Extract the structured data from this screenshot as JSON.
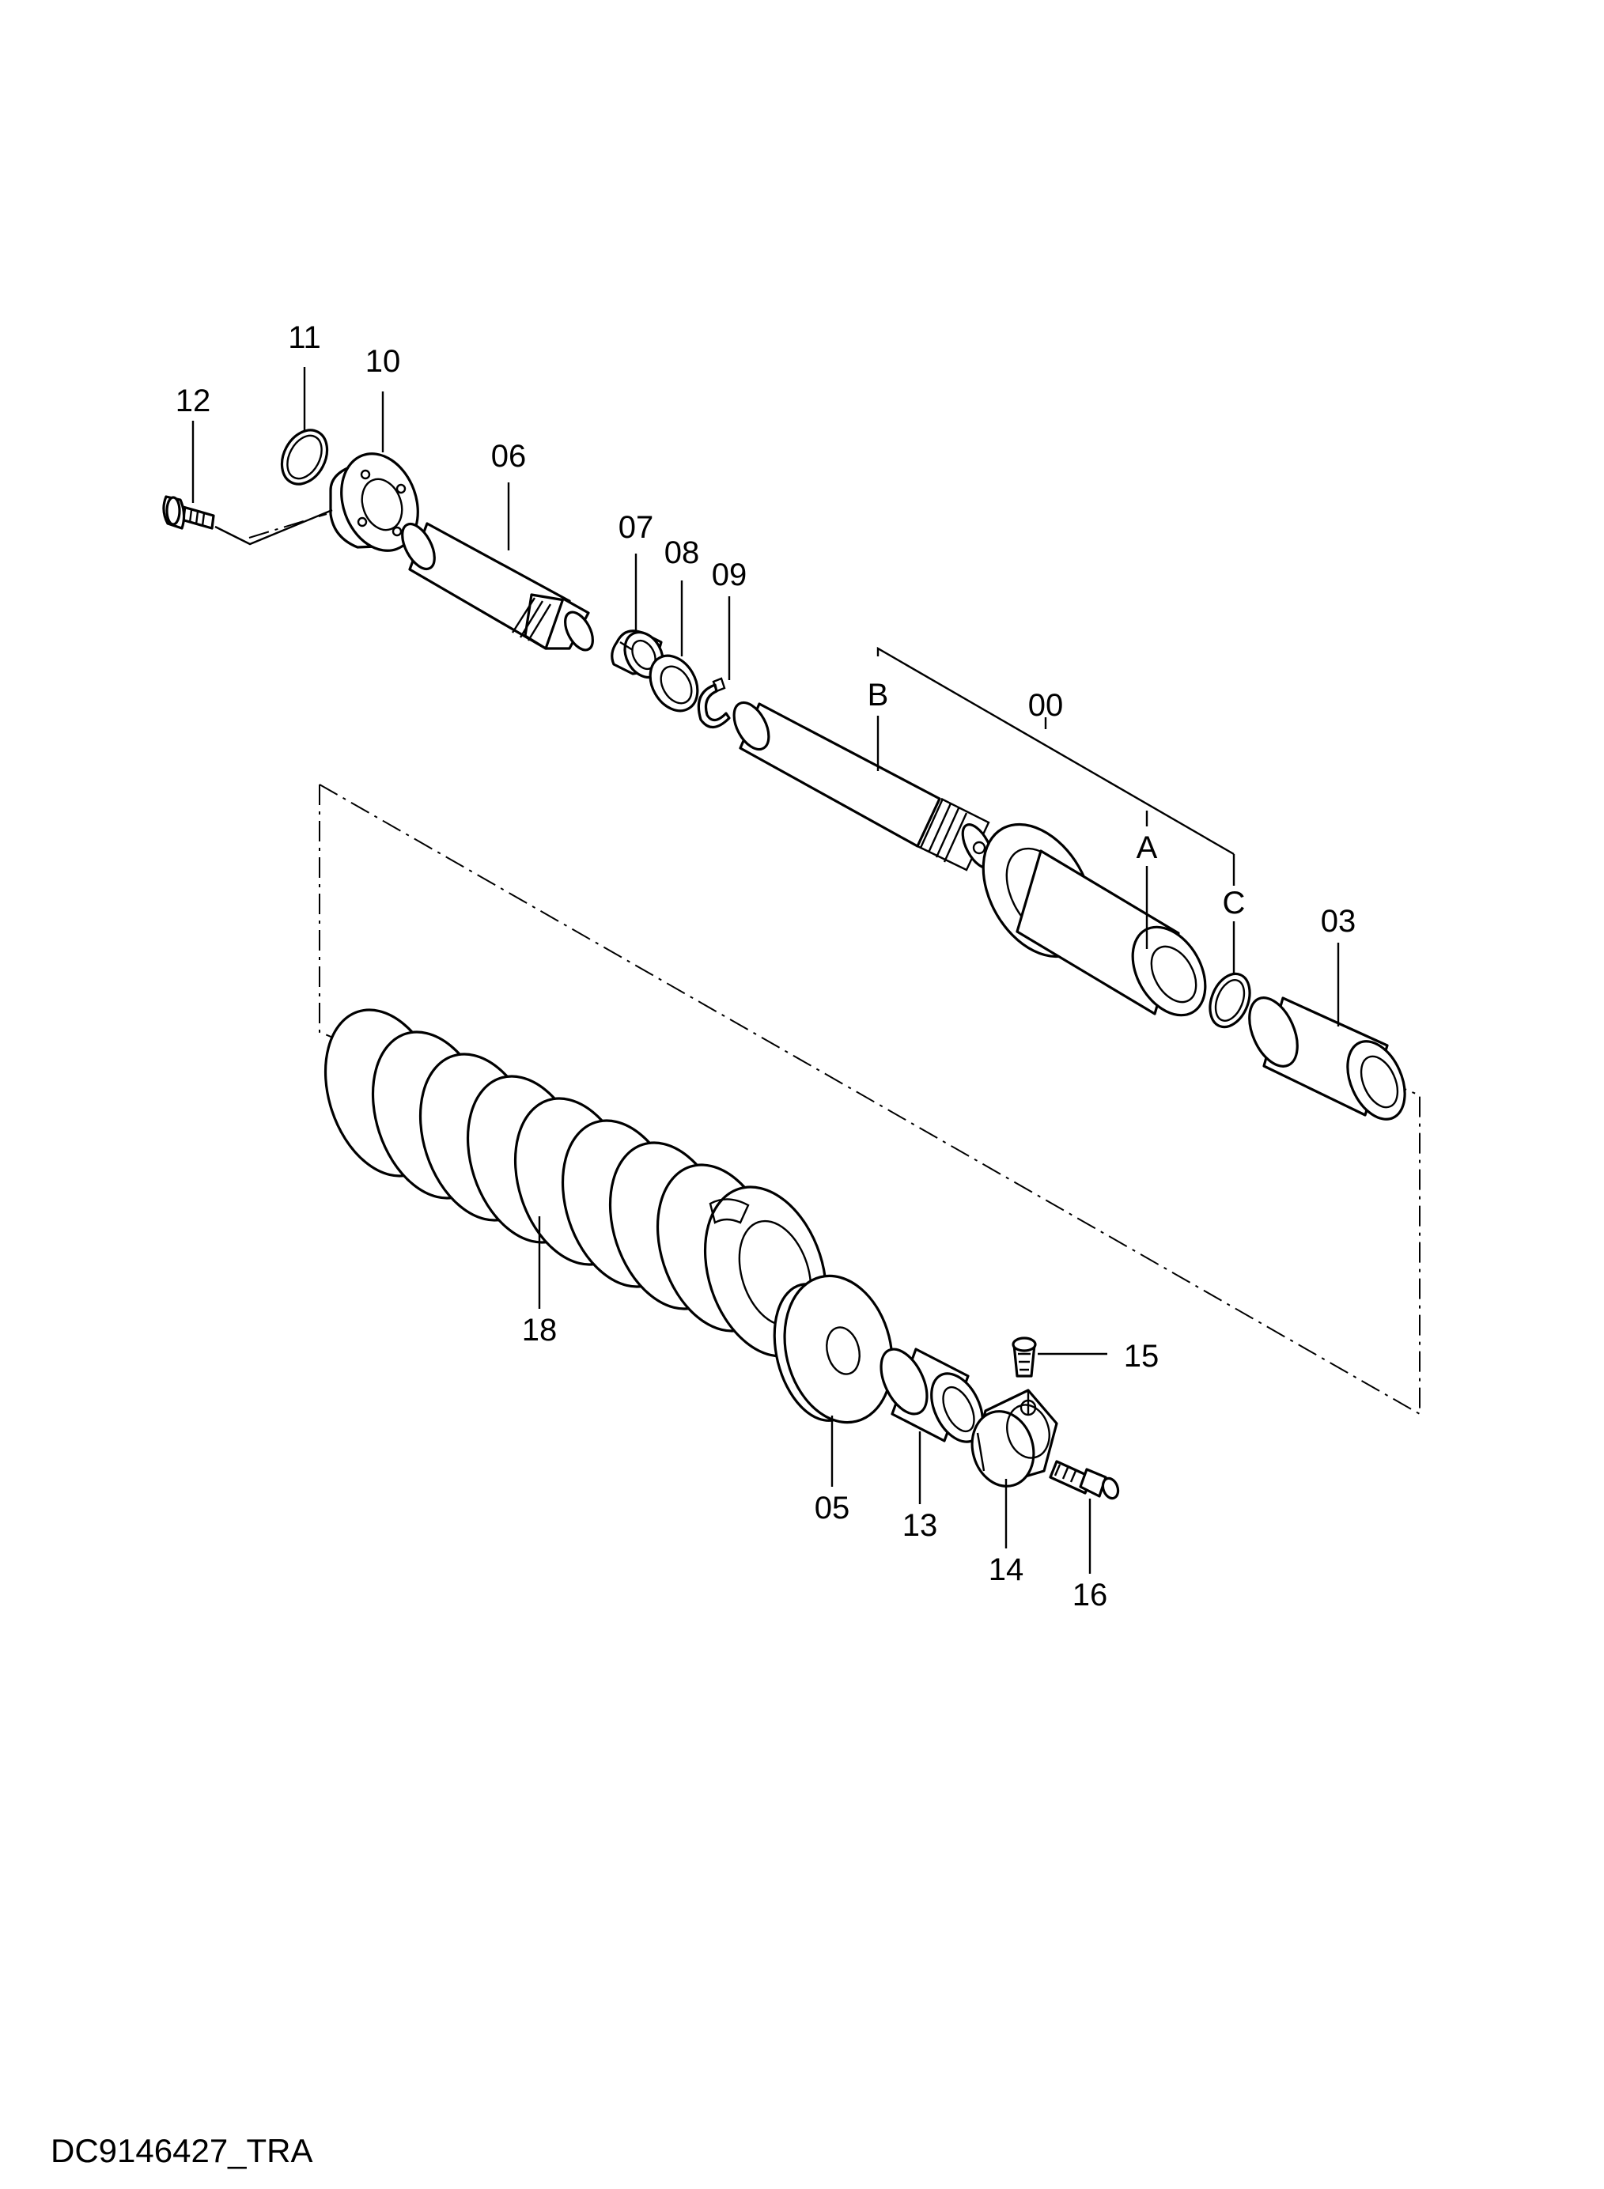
{
  "labels": {
    "p00": "00",
    "A": "A",
    "B": "B",
    "C": "C",
    "p03": "03",
    "p05": "05",
    "p06": "06",
    "p07": "07",
    "p08": "08",
    "p09": "09",
    "p10": "10",
    "p11": "11",
    "p12": "12",
    "p13": "13",
    "p14": "14",
    "p15": "15",
    "p16": "16",
    "p18": "18"
  },
  "document_code": "DC9146427_TRA"
}
